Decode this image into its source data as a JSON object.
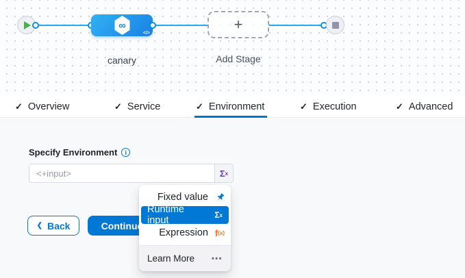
{
  "pipeline": {
    "stage": {
      "label": "canary",
      "icon_glyph": "∞",
      "code_glyph": "</>"
    },
    "add_stage": {
      "label": "Add Stage",
      "plus_glyph": "+"
    }
  },
  "tabs": {
    "check_glyph": "✓",
    "items": [
      {
        "label": "Overview",
        "active": false
      },
      {
        "label": "Service",
        "active": false
      },
      {
        "label": "Environment",
        "active": true
      },
      {
        "label": "Execution",
        "active": false
      },
      {
        "label": "Advanced",
        "active": false
      }
    ]
  },
  "form": {
    "label": "Specify Environment",
    "info_glyph": "i",
    "input": {
      "placeholder": "<+input>",
      "value": ""
    },
    "sigma_button": {
      "base": "Σ",
      "sup": "x"
    }
  },
  "menu": {
    "items": [
      {
        "label": "Fixed value",
        "icon": "pin-icon",
        "selected": false
      },
      {
        "label": "Runtime input",
        "icon": "sigma-icon",
        "selected": true
      },
      {
        "label": "Expression",
        "icon": "expression-icon",
        "selected": false
      }
    ],
    "sigma": {
      "base": "Σ",
      "sup": "x"
    },
    "fx": {
      "base": "f",
      "sub": "(x)"
    },
    "footer": {
      "label": "Learn More",
      "dots_glyph": "•••"
    }
  },
  "actions": {
    "back": {
      "chevron": "❮",
      "label": "Back"
    },
    "continue_label": "Continue"
  },
  "colors": {
    "primary_blue": "#0278d5",
    "node_blue_start": "#30b2f2",
    "node_blue_end": "#1a80e6",
    "connector_blue": "#2aa7f0",
    "sigma_purple": "#6938c9",
    "expression_orange": "#ff7020",
    "play_green": "#47b14b",
    "stop_gray": "#8f94a8"
  }
}
